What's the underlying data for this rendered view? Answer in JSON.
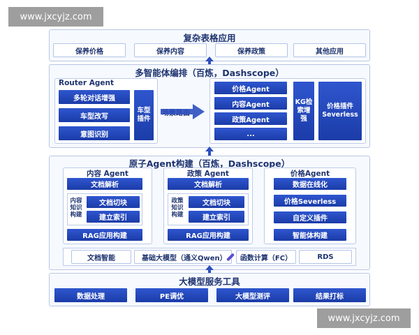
{
  "watermark": "www.jxcyjz.com",
  "app_layer": {
    "title": "复杂表格应用",
    "items": [
      "保养价格",
      "保养内容",
      "保养政策",
      "其他应用"
    ]
  },
  "orchestration": {
    "title": "多智能体编排（百炼，Dashscope）",
    "router_title": "Router Agent",
    "router_items": [
      "多轮对话增强",
      "车型改写",
      "意图识别"
    ],
    "plugin_label": "车型插件",
    "route_label": "场景路由",
    "agents": [
      "价格Agent",
      "内容Agent",
      "政策Agent",
      "..."
    ],
    "kg_label": "KG检索增强",
    "price_plugin_label": "价格插件Severless"
  },
  "atomic": {
    "title": "原子Agent构建（百炼，Dashscope）",
    "content_agent": {
      "title": "内容 Agent",
      "parse": "文档解析",
      "knowledge_label": "内容知识构建",
      "chunk": "文档切块",
      "index": "建立索引",
      "rag": "RAG应用构建"
    },
    "policy_agent": {
      "title": "政策 Agent",
      "parse": "文档解析",
      "knowledge_label": "政策知识构建",
      "chunk": "文档切块",
      "index": "建立索引",
      "rag": "RAG应用构建"
    },
    "price_agent": {
      "title": "价格Agent",
      "items": [
        "数据在线化",
        "价格Severless",
        "自定义插件",
        "智能体构建"
      ]
    },
    "foundation": [
      "文档智能",
      "基础大模型（通义Qwen）",
      "函数计算（FC）",
      "RDS"
    ]
  },
  "tools": {
    "title": "大模型服务工具",
    "items": [
      "数据处理",
      "PE调优",
      "大模型测评",
      "结果打标"
    ]
  }
}
